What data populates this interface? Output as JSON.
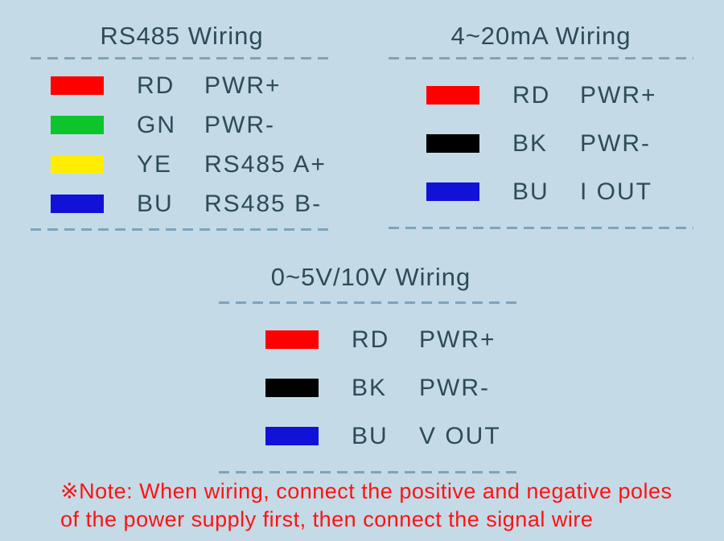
{
  "background_color": "#c4dae6",
  "text_color": "#2d4b5a",
  "dash_color": "#7da4bb",
  "sections": [
    {
      "title": "RS485 Wiring",
      "rows": [
        {
          "code": "RD",
          "signal": "PWR+",
          "color": "#ff0000",
          "color_name": "red"
        },
        {
          "code": "GN",
          "signal": "PWR-",
          "color": "#0cc42c",
          "color_name": "green"
        },
        {
          "code": "YE",
          "signal": "RS485 A+",
          "color": "#ffee00",
          "color_name": "yellow"
        },
        {
          "code": "BU",
          "signal": "RS485 B-",
          "color": "#1111d8",
          "color_name": "blue"
        }
      ]
    },
    {
      "title": "4~20mA Wiring",
      "rows": [
        {
          "code": "RD",
          "signal": "PWR+",
          "color": "#ff0000",
          "color_name": "red"
        },
        {
          "code": "BK",
          "signal": "PWR-",
          "color": "#000000",
          "color_name": "black"
        },
        {
          "code": "BU",
          "signal": "I OUT",
          "color": "#1111d8",
          "color_name": "blue"
        }
      ]
    },
    {
      "title": "0~5V/10V Wiring",
      "rows": [
        {
          "code": "RD",
          "signal": "PWR+",
          "color": "#ff0000",
          "color_name": "red"
        },
        {
          "code": "BK",
          "signal": "PWR-",
          "color": "#000000",
          "color_name": "black"
        },
        {
          "code": "BU",
          "signal": "V OUT",
          "color": "#1111d8",
          "color_name": "blue"
        }
      ]
    }
  ],
  "note": {
    "color": "#ff1212",
    "line1": "※Note: When wiring, connect the positive and negative poles",
    "line2": "of the power supply first, then connect the signal wire"
  }
}
